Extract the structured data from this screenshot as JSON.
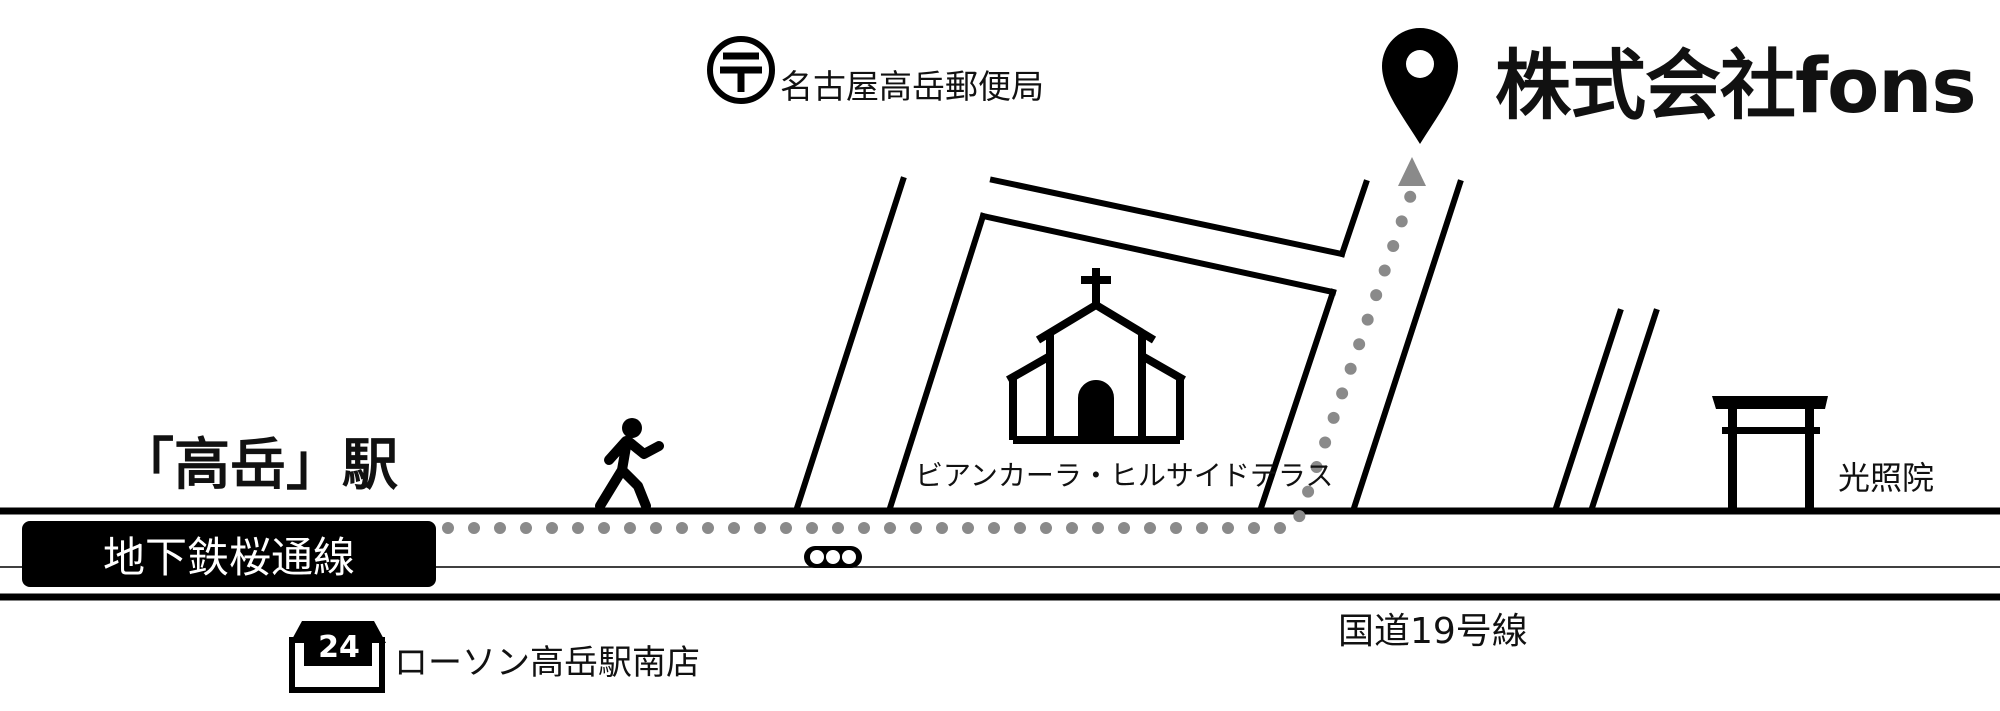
{
  "destination": {
    "name": "株式会社fons",
    "icon": "location-pin-icon"
  },
  "station": {
    "name": "「高岳」駅",
    "line": "地下鉄桜通線"
  },
  "landmarks": {
    "post_office": {
      "name": "名古屋高岳郵便局",
      "icon": "post-office-icon"
    },
    "church": {
      "name": "ビアンカーラ・ヒルサイドテラス",
      "icon": "church-icon"
    },
    "temple": {
      "name": "光照院",
      "icon": "torii-gate-icon"
    },
    "convenience_store": {
      "name": "ローソン高岳駅南店",
      "icon": "convenience-store-icon",
      "badge": "24"
    },
    "traffic_light": {
      "icon": "traffic-light-icon"
    },
    "walker": {
      "icon": "walking-person-icon"
    }
  },
  "roads": {
    "main_road": "国道19号線"
  },
  "colors": {
    "ink": "#000000",
    "route": "#8a8a8a",
    "background": "#ffffff"
  }
}
